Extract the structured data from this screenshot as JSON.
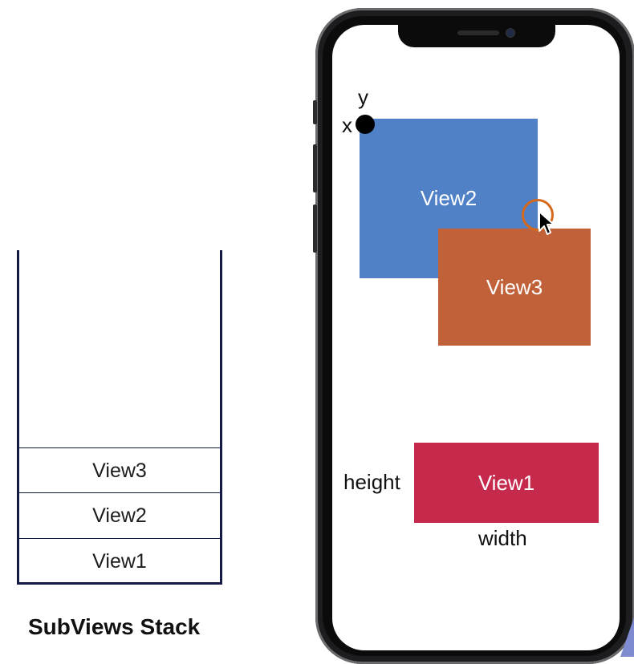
{
  "stack": {
    "title": "SubViews Stack",
    "items": [
      "View3",
      "View2",
      "View1"
    ]
  },
  "screen": {
    "views": {
      "view1": "View1",
      "view2": "View2",
      "view3": "View3"
    },
    "labels": {
      "x": "x",
      "y": "y",
      "height": "height",
      "width": "width"
    }
  },
  "colors": {
    "view1": "#c52a4d",
    "view2": "#5080c6",
    "view3": "#c0613a",
    "stack_outline": "#141a44",
    "cursor_ring": "#d56a1c"
  },
  "icons": [
    "cursor-arrow-icon",
    "camera-icon"
  ]
}
